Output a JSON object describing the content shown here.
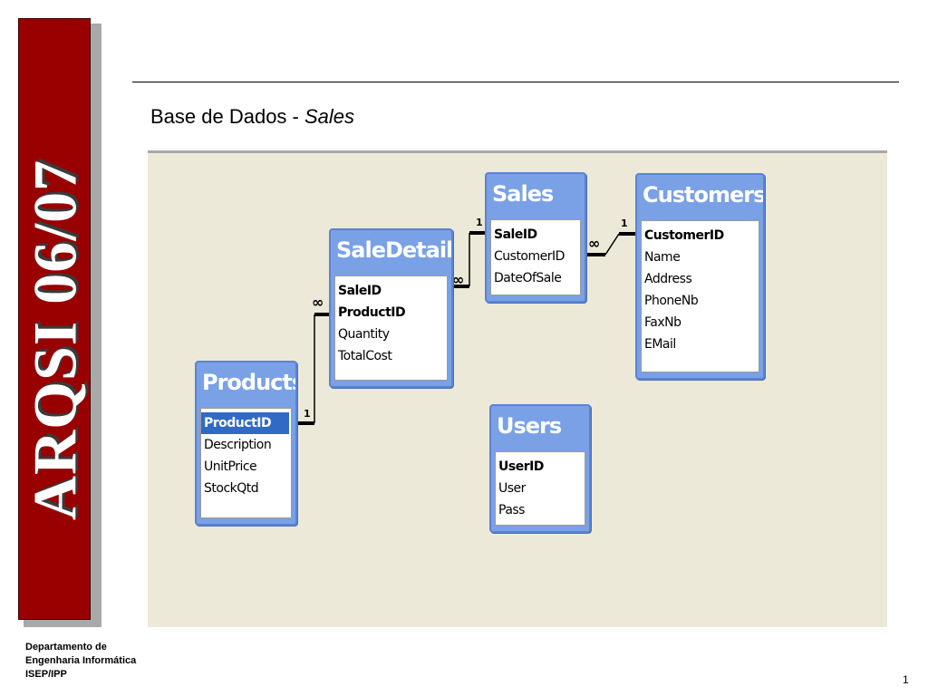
{
  "banner": {
    "text": "ARQSI 06/07"
  },
  "title": {
    "main": "Base de Dados - ",
    "italic": "Sales"
  },
  "tables": {
    "sales": {
      "name": "Sales",
      "fields": [
        "SaleID",
        "CustomerID",
        "DateOfSale"
      ]
    },
    "customers": {
      "name": "Customers",
      "fields": [
        "CustomerID",
        "Name",
        "Address",
        "PhoneNb",
        "FaxNb",
        "EMail"
      ]
    },
    "saledetails": {
      "name": "SaleDetails",
      "fields": [
        "SaleID",
        "ProductID",
        "Quantity",
        "TotalCost"
      ]
    },
    "products": {
      "name": "Products",
      "fields": [
        "ProductID",
        "Description",
        "UnitPrice",
        "StockQtd"
      ]
    },
    "users": {
      "name": "Users",
      "fields": [
        "UserID",
        "User",
        "Pass"
      ]
    }
  },
  "relations": {
    "sales_saledetails": {
      "one": "1",
      "many": "∞"
    },
    "customers_sales": {
      "one": "1",
      "many": "∞"
    },
    "products_saledetails": {
      "one": "1",
      "many": "∞"
    }
  },
  "footer": {
    "line1": "Departamento de",
    "line2": "Engenharia Informática",
    "line3": "ISEP/IPP"
  },
  "page_number": "1",
  "colors": {
    "banner": "#990000",
    "canvas": "#ece9d8",
    "table_header": "#7aa1e6",
    "selected_field": "#316ac5"
  }
}
